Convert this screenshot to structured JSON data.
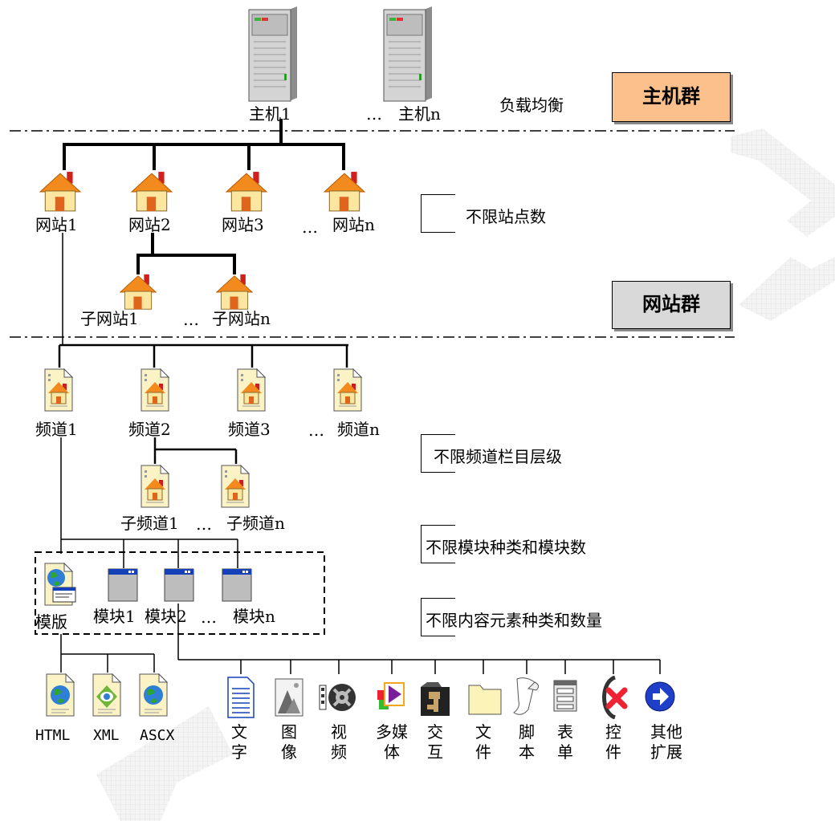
{
  "hosts": {
    "host1": "主机1",
    "hostn": "主机n",
    "ellipsis": "…",
    "load_balance": "负载均衡",
    "group_label": "主机群"
  },
  "sites": {
    "items": [
      "网站1",
      "网站2",
      "网站3",
      "网站n"
    ],
    "ellipsis": "…",
    "sub_items": [
      "子网站1",
      "子网站n"
    ],
    "sub_ellipsis": "…",
    "note": "不限站点数",
    "group_label": "网站群"
  },
  "channels": {
    "items": [
      "频道1",
      "频道2",
      "频道3",
      "频道n"
    ],
    "ellipsis": "…",
    "sub_items": [
      "子频道1",
      "子频道n"
    ],
    "sub_ellipsis": "…",
    "note": "不限频道栏目层级"
  },
  "modules": {
    "template": "模版",
    "items": [
      "模块1",
      "模块2",
      "模块n"
    ],
    "ellipsis": "…",
    "note_modules": "不限模块种类和模块数",
    "note_content": "不限内容元素种类和数量"
  },
  "formats": [
    "HTML",
    "XML",
    "ASCX"
  ],
  "elements": [
    {
      "l1": "文",
      "l2": "字",
      "icon": "document-icon"
    },
    {
      "l1": "图",
      "l2": "像",
      "icon": "image-icon"
    },
    {
      "l1": "视",
      "l2": "频",
      "icon": "video-icon"
    },
    {
      "l1": "多媒",
      "l2": "体",
      "icon": "multimedia-icon"
    },
    {
      "l1": "交",
      "l2": "互",
      "icon": "interaction-icon"
    },
    {
      "l1": "文",
      "l2": "件",
      "icon": "folder-icon"
    },
    {
      "l1": "脚",
      "l2": "本",
      "icon": "script-icon"
    },
    {
      "l1": "表",
      "l2": "单",
      "icon": "form-icon"
    },
    {
      "l1": "控",
      "l2": "件",
      "icon": "control-icon"
    },
    {
      "l1": "其他",
      "l2": "扩展",
      "icon": "extension-icon"
    }
  ],
  "colors": {
    "host_badge": "#fcc08c",
    "site_badge": "#d9d9d9",
    "house_wall": "#fde7a0",
    "roof": "#f28a1e",
    "chimney": "#d0201e",
    "module_titlebar": "#1440b8"
  }
}
